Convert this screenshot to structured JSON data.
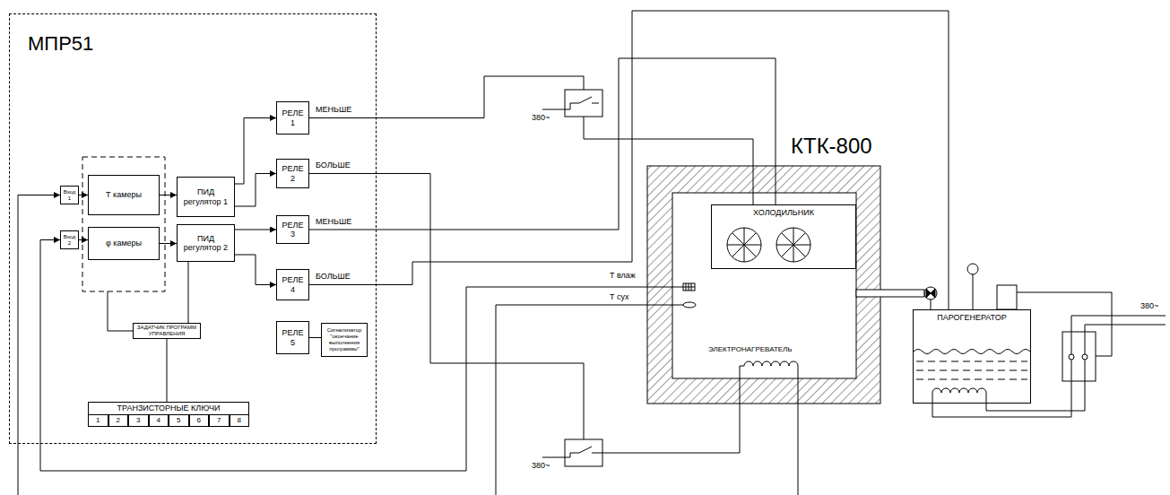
{
  "diagram": {
    "nodes": [
      {
        "text": [
          "МПР51"
        ]
      },
      {
        "text": [
          "Вход 1"
        ],
        "in": 0
      },
      {
        "text": [
          "Вход 2"
        ],
        "in": 0
      },
      {
        "text": [
          "Т камеры"
        ],
        "in": 0
      },
      {
        "text": [
          "φ камеры"
        ],
        "in": 0
      },
      {
        "text": [
          "ПИД регулятор 1"
        ],
        "in": 0
      },
      {
        "text": [
          "ПИД регулятор 2"
        ],
        "in": 0
      },
      {
        "text": [
          "РЕЛЕ 1"
        ],
        "in": 0
      },
      {
        "text": [
          "РЕЛЕ 2"
        ],
        "in": 0
      },
      {
        "text": [
          "РЕЛЕ 3"
        ],
        "in": 0
      },
      {
        "text": [
          "РЕЛЕ 4"
        ],
        "in": 0
      },
      {
        "text": [
          "РЕЛЕ 5"
        ],
        "in": 0
      },
      {
        "text": [
          "Сигнализатор \"окончание выполнения программы\""
        ],
        "in": 0
      },
      {
        "text": [
          "ЗАДАТЧИК ПРОГРАММ УПРАВЛЕНИЯ"
        ],
        "in": 0
      },
      {
        "text": [
          "ТРАНЗИСТОРНЫЕ КЛЮЧИ"
        ],
        "in": 0
      },
      {
        "text": [
          "1"
        ],
        "in": 14
      },
      {
        "text": [
          "2"
        ],
        "in": 14
      },
      {
        "text": [
          "3"
        ],
        "in": 14
      },
      {
        "text": [
          "4"
        ],
        "in": 14
      },
      {
        "text": [
          "5"
        ],
        "in": 14
      },
      {
        "text": [
          "6"
        ],
        "in": 14
      },
      {
        "text": [
          "7"
        ],
        "in": 14
      },
      {
        "text": [
          "8"
        ],
        "in": 14
      },
      {
        "text": [
          "КТК-800"
        ]
      },
      {
        "text": [
          "ХОЛОДИЛЬНИК"
        ],
        "in": 23
      },
      {
        "text": [
          "ПАРОГЕНЕРАТОР"
        ]
      }
    ],
    "edges": [
      {
        "from": 1,
        "to": 3,
        "arrow": "to"
      },
      {
        "from": 2,
        "to": 4,
        "arrow": "to"
      },
      {
        "from": 3,
        "to": 5,
        "arrow": "to"
      },
      {
        "from": 4,
        "to": 6,
        "arrow": "to"
      },
      {
        "from": 5,
        "to": 7,
        "arrow": "to"
      },
      {
        "from": 5,
        "to": 8,
        "arrow": "to"
      },
      {
        "from": 6,
        "to": 9,
        "arrow": "to"
      },
      {
        "from": 6,
        "to": 10,
        "arrow": "to"
      },
      {
        "from": 13,
        "to": 6,
        "arrow": "none"
      },
      {
        "from": 13,
        "to": 14,
        "arrow": "none"
      },
      {
        "from": 11,
        "to": 12,
        "arrow": "none"
      },
      {
        "from": 9,
        "to": 24,
        "label": "МЕНЬШЕ",
        "arrow": "none"
      },
      {
        "from": 10,
        "to": 25,
        "label": "БОЛЬШЕ",
        "arrow": "none"
      }
    ],
    "labels": [
      "МЕНЬШЕ",
      "БОЛЬШЕ",
      "Т влаж",
      "Т сух",
      "ЭЛЕКТРОНАГРЕВАТЕЛЬ",
      "380~",
      "380~",
      "380~"
    ]
  }
}
